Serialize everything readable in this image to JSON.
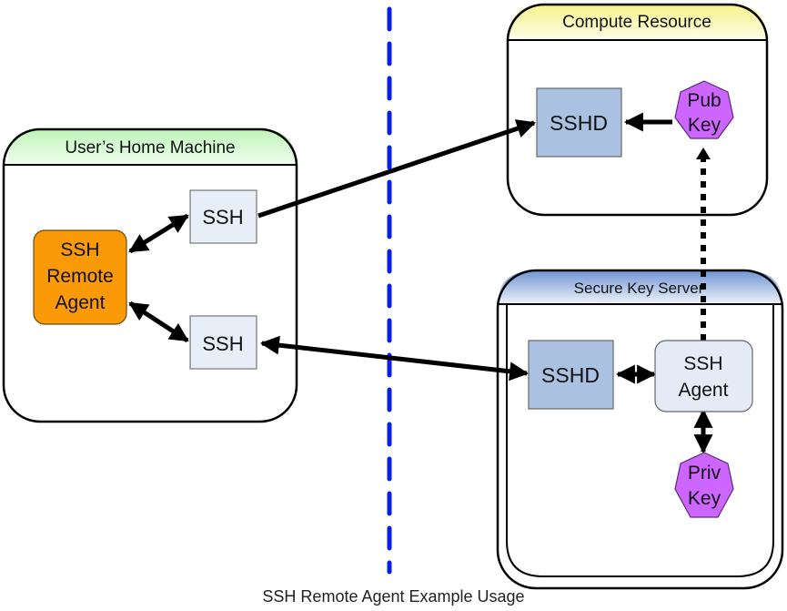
{
  "caption": "SSH Remote Agent Example Usage",
  "colors": {
    "divider": "#0a1ee6",
    "home_header_top": "#bff5b8",
    "home_header_bottom": "#f1fdf0",
    "compute_header_top": "#f6f38a",
    "compute_header_bottom": "#fefee8",
    "keyserver_header_top": "#6f94d2",
    "keyserver_header_bottom": "#eef3fb",
    "agent_fill": "#fb9a07",
    "ssh_fill": "#e7eef8",
    "sshd_fill": "#abc1e1",
    "key_fill": "#cc66ff",
    "sshagent_fill": "#e4ebf6"
  },
  "containers": {
    "home": {
      "title": "User’s Home Machine"
    },
    "compute": {
      "title": "Compute Resource"
    },
    "keyserver": {
      "title": "Secure Key Server"
    }
  },
  "nodes": {
    "remote_agent": {
      "line1": "SSH",
      "line2": "Remote",
      "line3": "Agent"
    },
    "ssh_top": {
      "label": "SSH"
    },
    "ssh_bottom": {
      "label": "SSH"
    },
    "sshd_compute": {
      "label": "SSHD"
    },
    "pub_key": {
      "line1": "Pub",
      "line2": "Key"
    },
    "sshd_keyserver": {
      "label": "SSHD"
    },
    "ssh_agent": {
      "line1": "SSH",
      "line2": "Agent"
    },
    "priv_key": {
      "line1": "Priv",
      "line2": "Key"
    }
  },
  "connections": [
    {
      "from": "remote_agent",
      "to": "ssh_top",
      "style": "solid",
      "direction": "both"
    },
    {
      "from": "remote_agent",
      "to": "ssh_bottom",
      "style": "solid",
      "direction": "both"
    },
    {
      "from": "ssh_top",
      "to": "sshd_compute",
      "style": "solid",
      "direction": "forward"
    },
    {
      "from": "pub_key",
      "to": "sshd_compute",
      "style": "solid",
      "direction": "forward"
    },
    {
      "from": "ssh_bottom",
      "to": "sshd_keyserver",
      "style": "solid",
      "direction": "both"
    },
    {
      "from": "sshd_keyserver",
      "to": "ssh_agent",
      "style": "solid",
      "direction": "both"
    },
    {
      "from": "ssh_agent",
      "to": "priv_key",
      "style": "solid",
      "direction": "both"
    },
    {
      "from": "ssh_agent",
      "to": "pub_key",
      "style": "dotted",
      "direction": "forward"
    }
  ]
}
